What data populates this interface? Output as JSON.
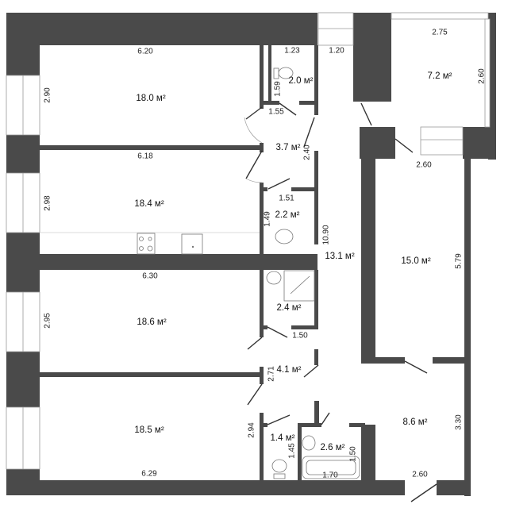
{
  "plan": {
    "type": "apartment-floor-plan",
    "unit": "м²",
    "rooms": [
      {
        "id": "room-1",
        "area": "18.0 м²",
        "dims": [
          "6.20",
          "2.90"
        ]
      },
      {
        "id": "room-2-kitchen",
        "area": "18.4 м²",
        "dims": [
          "6.18",
          "2.98"
        ]
      },
      {
        "id": "room-3",
        "area": "18.6 м²",
        "dims": [
          "6.30",
          "2.95"
        ]
      },
      {
        "id": "room-4",
        "area": "18.5 м²",
        "dims": [
          "6.29",
          "2.94"
        ]
      },
      {
        "id": "wc-top",
        "area": "2.0 м²",
        "dims": [
          "1.23",
          "1.59"
        ]
      },
      {
        "id": "hall-top",
        "area": "3.7 м²",
        "dims": [
          "1.55",
          "2.40"
        ]
      },
      {
        "id": "washroom-small",
        "area": "2.2 м²",
        "dims": [
          "1.51",
          "1.49"
        ]
      },
      {
        "id": "corridor",
        "area": "13.1 м²",
        "dims": [
          "1.20",
          "10.90"
        ]
      },
      {
        "id": "shower-room",
        "area": "2.4 м²",
        "dims": []
      },
      {
        "id": "hall-bottom",
        "area": "4.1 м²",
        "dims": [
          "1.50",
          "2.71"
        ]
      },
      {
        "id": "wc-bottom",
        "area": "1.4 м²",
        "dims": [
          "1.45"
        ]
      },
      {
        "id": "bathroom",
        "area": "2.6 м²",
        "dims": [
          "1.70",
          "1.50"
        ]
      },
      {
        "id": "balcony-room",
        "area": "7.2 м²",
        "dims": [
          "2.75",
          "2.60"
        ]
      },
      {
        "id": "room-right",
        "area": "15.0 м²",
        "dims": [
          "2.60",
          "5.79"
        ]
      },
      {
        "id": "entry-hall",
        "area": "8.6 м²",
        "dims": [
          "2.60",
          "3.30"
        ]
      }
    ]
  },
  "labels": {
    "r1_area": "18.0 м²",
    "r1_w": "6.20",
    "r1_h": "2.90",
    "r2_area": "18.4 м²",
    "r2_w": "6.18",
    "r2_h": "2.98",
    "r3_area": "18.6 м²",
    "r3_w": "6.30",
    "r3_h": "2.95",
    "r4_area": "18.5 м²",
    "r4_w": "6.29",
    "r4_h": "2.94",
    "wc1_area": "2.0 м²",
    "wc1_w": "1.23",
    "wc1_h": "1.59",
    "h1_area": "3.7 м²",
    "h1_w": "1.55",
    "h1_h": "2.40",
    "wr_area": "2.2 м²",
    "wr_w": "1.51",
    "wr_h": "1.49",
    "cor_area": "13.1 м²",
    "cor_w": "1.20",
    "cor_h": "10.90",
    "sh_area": "2.4 м²",
    "h2_area": "4.1 м²",
    "h2_w": "1.50",
    "h2_h": "2.71",
    "wc2_area": "1.4 м²",
    "wc2_h": "1.45",
    "bath_area": "2.6 м²",
    "bath_w": "1.70",
    "bath_h": "1.50",
    "bal_area": "7.2 м²",
    "bal_w": "2.75",
    "bal_h": "2.60",
    "rr_area": "15.0 м²",
    "rr_w": "2.60",
    "rr_h": "5.79",
    "eh_area": "8.6 м²",
    "eh_w": "2.60",
    "eh_h": "3.30"
  }
}
